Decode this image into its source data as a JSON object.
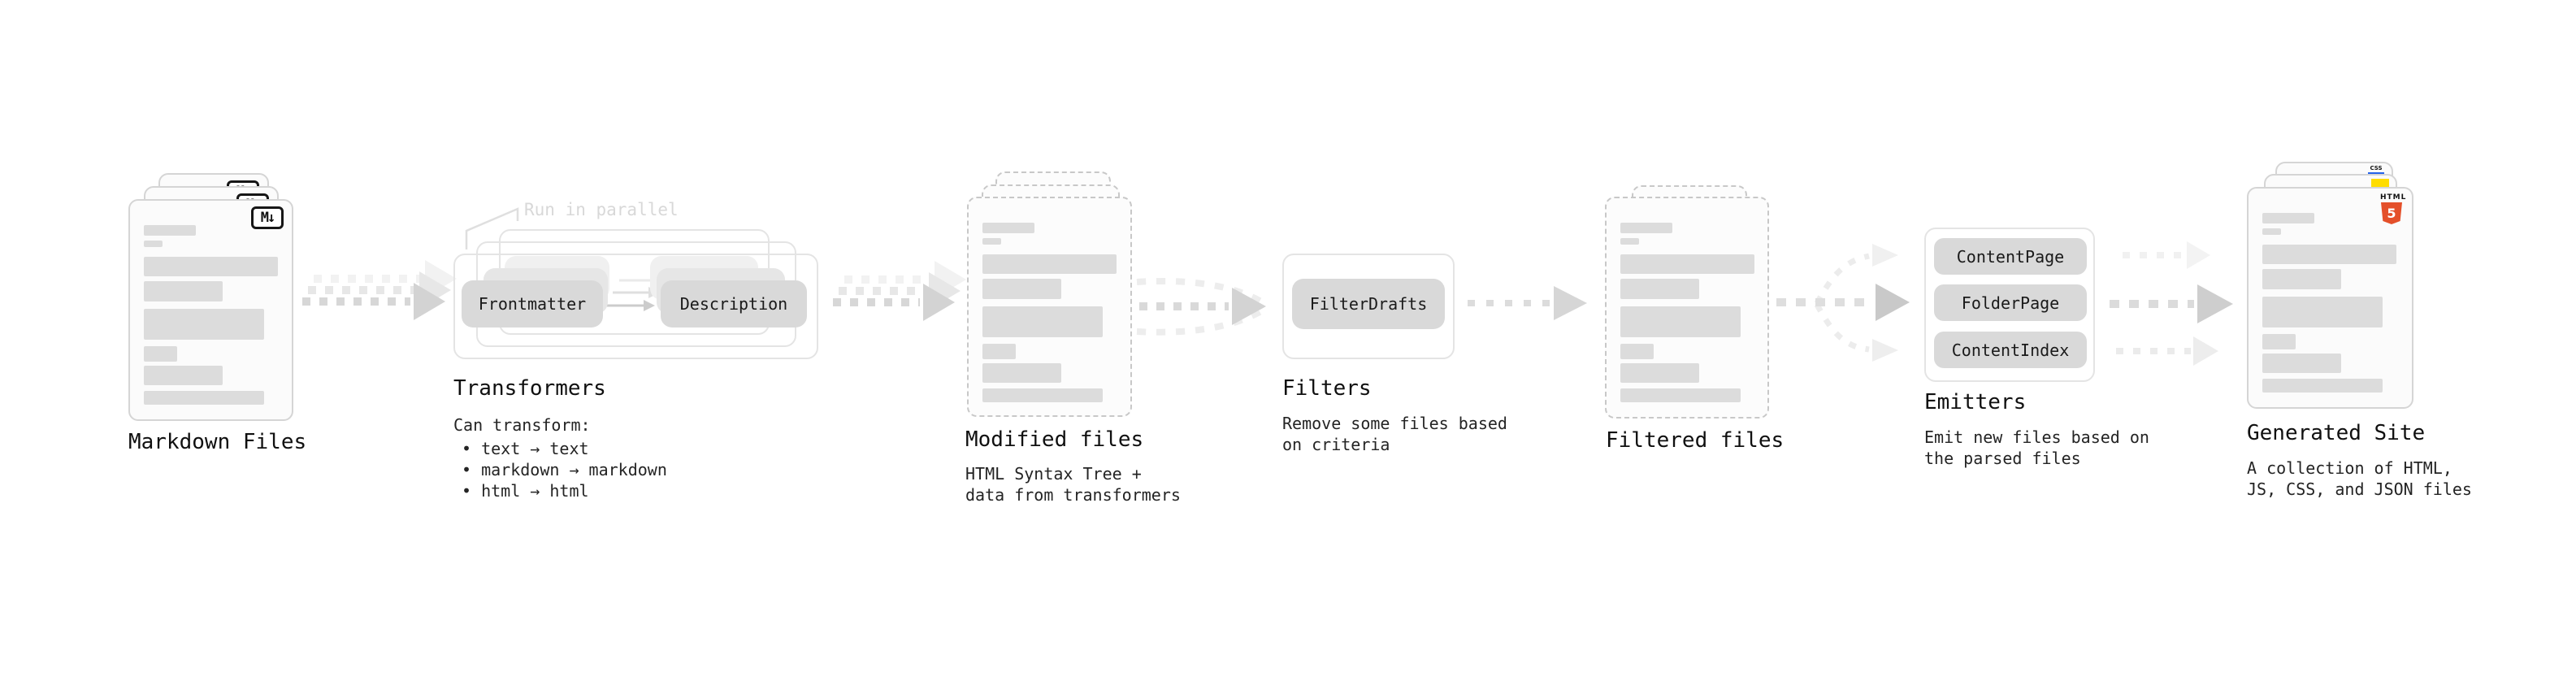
{
  "markdown_files": {
    "label": "Markdown Files",
    "file_icon": "M↓"
  },
  "transformers": {
    "label": "Transformers",
    "parallel_note": "Run in parallel",
    "step_a": "Frontmatter",
    "step_b": "Description",
    "caption_title": "Can transform:",
    "bullets": [
      "• text → text",
      "• markdown → markdown",
      "• html → html"
    ]
  },
  "modified_files": {
    "label": "Modified files",
    "caption": [
      "HTML Syntax Tree +",
      "data from transformers"
    ]
  },
  "filters": {
    "label": "Filters",
    "step_a": "FilterDrafts",
    "caption": [
      "Remove some files based",
      "on criteria"
    ]
  },
  "filtered_files": {
    "label": "Filtered files"
  },
  "emitters": {
    "label": "Emitters",
    "step_a": "ContentPage",
    "step_b": "FolderPage",
    "step_c": "ContentIndex",
    "caption": [
      "Emit new files based on",
      "the parsed files"
    ]
  },
  "generated_site": {
    "label": "Generated Site",
    "caption": [
      "A collection of HTML,",
      "JS, CSS, and JSON files"
    ],
    "html5_badge": {
      "word": "HTML",
      "number": "5"
    },
    "css_badge": "CSS"
  },
  "colors": {
    "html5_orange": "#e4502a",
    "js_yellow": "#ffdd00",
    "css_blue": "#2563eb",
    "chip_gray": "#d9d9d9"
  }
}
